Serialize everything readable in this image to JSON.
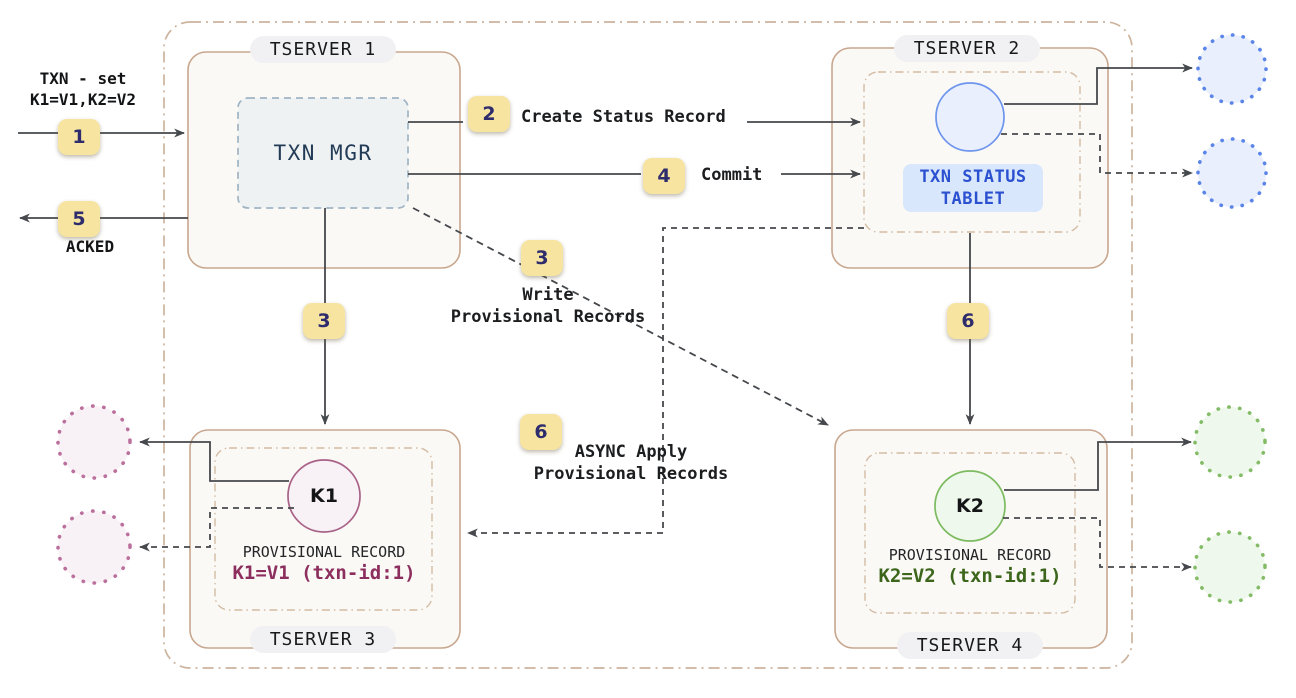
{
  "request": {
    "line1": "TXN - set",
    "line2": "K1=V1,K2=V2",
    "ack": "ACKED"
  },
  "steps": {
    "s1": "1",
    "s2": "2",
    "s3": "3",
    "s4": "4",
    "s5": "5",
    "s6": "6"
  },
  "edge_labels": {
    "create_status": "Create Status Record",
    "commit": "Commit",
    "write_line1": "Write",
    "write_line2": "Provisional Records",
    "async_line1": "ASYNC Apply",
    "async_line2": "Provisional Records"
  },
  "servers": {
    "ts1": {
      "name": "TSERVER 1",
      "component": "TXN MGR"
    },
    "ts2": {
      "name": "TSERVER 2",
      "tablet_line1": "TXN STATUS",
      "tablet_line2": "TABLET"
    },
    "ts3": {
      "name": "TSERVER 3",
      "key": "K1",
      "record_title": "PROVISIONAL RECORD",
      "record_value": "K1=V1 (txn-id:1)"
    },
    "ts4": {
      "name": "TSERVER 4",
      "key": "K2",
      "record_title": "PROVISIONAL RECORD",
      "record_value": "K2=V2 (txn-id:1)"
    }
  },
  "colors": {
    "badge_fill": "#f6e4a0",
    "badge_text": "#2e2c6d",
    "server_border": "#c8a78f",
    "server_fill": "#fbf9f6",
    "cluster_dashdot": "#cdb49e",
    "txn_mgr_fill": "#eff2f2",
    "txn_mgr_border": "#a0b4c4",
    "blue_accent": "#2b50d0",
    "blue_circle_border": "#6d95ed",
    "blue_circle_fill": "#e9effc",
    "maroon_accent": "#8c2f5e",
    "pink_circle_border": "#a86288",
    "pink_circle_fill": "#f8f1f5",
    "green_accent": "#3c661b",
    "green_circle_border": "#7cbb60",
    "green_circle_fill": "#eff8ec",
    "arrow": "#45484c"
  }
}
